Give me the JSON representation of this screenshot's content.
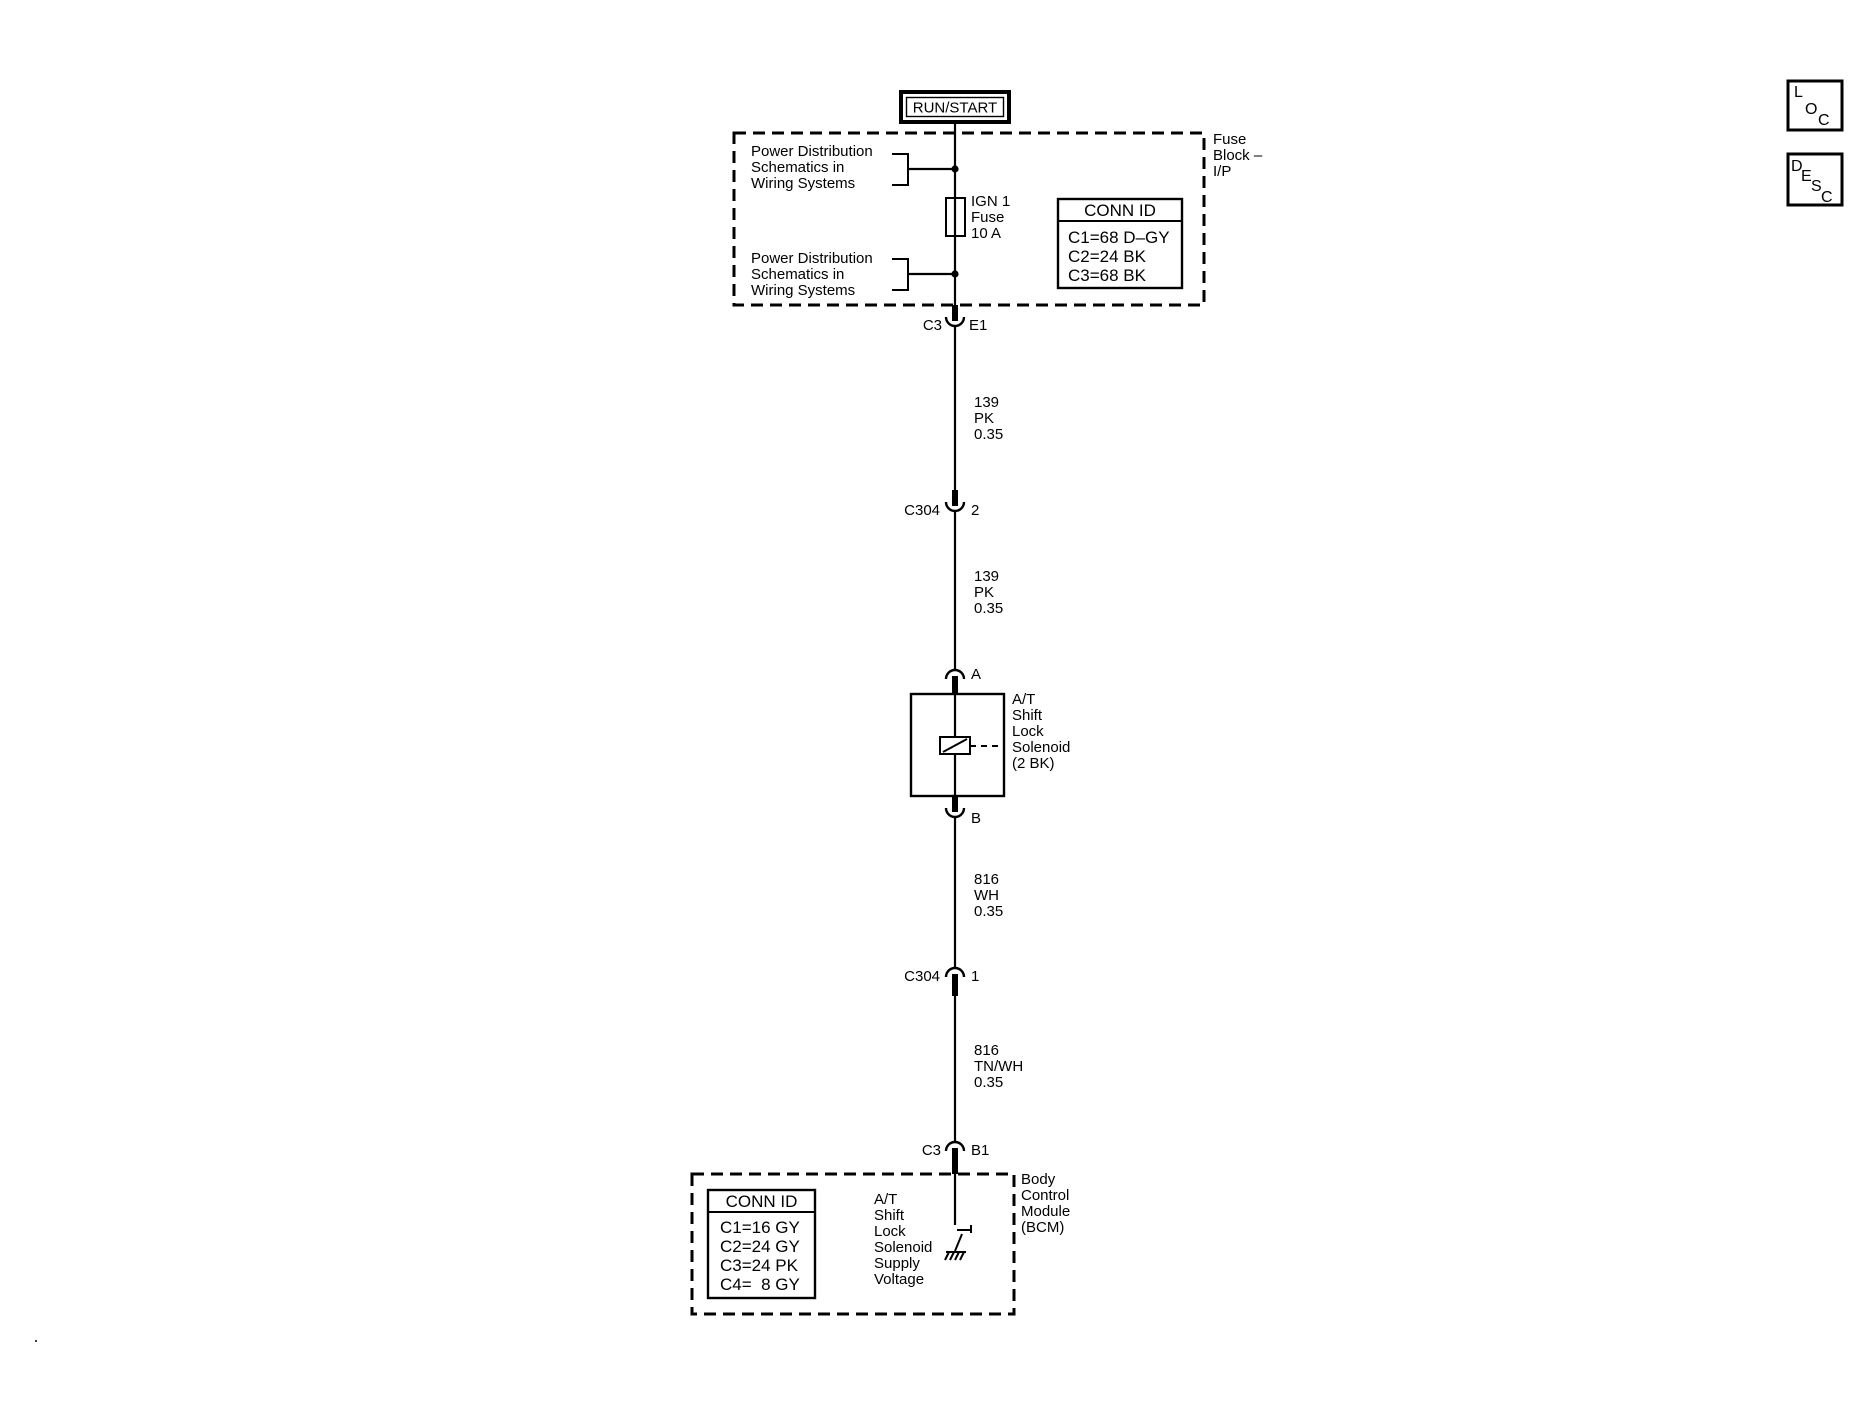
{
  "colors": {
    "ink": "#000000",
    "background": "#ffffff"
  },
  "power_source": {
    "label": "RUN/START"
  },
  "fuse_block": {
    "name_lines": [
      "Fuse",
      "Block –",
      "I/P"
    ],
    "reference_upper": [
      "Power Distribution",
      "Schematics in",
      "Wiring Systems"
    ],
    "reference_lower": [
      "Power Distribution",
      "Schematics in",
      "Wiring Systems"
    ],
    "fuse_lines": [
      "IGN 1",
      "Fuse",
      "10 A"
    ],
    "conn_id": {
      "title": "CONN ID",
      "rows": [
        "C1=68 D–GY",
        "C2=24 BK",
        "C3=68 BK"
      ]
    }
  },
  "connectors": {
    "fuse_block_out": {
      "connector": "C3",
      "terminal": "E1"
    },
    "c304_pin2": {
      "connector": "C304",
      "terminal": "2"
    },
    "solenoid_in": {
      "terminal": "A"
    },
    "solenoid_out": {
      "terminal": "B"
    },
    "c304_pin1": {
      "connector": "C304",
      "terminal": "1"
    },
    "bcm_in": {
      "connector": "C3",
      "terminal": "B1"
    }
  },
  "wires": [
    {
      "circuit": "139",
      "color": "PK",
      "size": "0.35"
    },
    {
      "circuit": "139",
      "color": "PK",
      "size": "0.35"
    },
    {
      "circuit": "816",
      "color": "WH",
      "size": "0.35"
    },
    {
      "circuit": "816",
      "color": "TN/WH",
      "size": "0.35"
    }
  ],
  "solenoid": {
    "name_lines": [
      "A/T",
      "Shift",
      "Lock",
      "Solenoid",
      "(2 BK)"
    ]
  },
  "bcm": {
    "name_lines": [
      "Body",
      "Control",
      "Module",
      "(BCM)"
    ],
    "circuit_lines": [
      "A/T",
      "Shift",
      "Lock",
      "Solenoid",
      "Supply",
      "Voltage"
    ],
    "conn_id": {
      "title": "CONN ID",
      "rows": [
        "C1=16 GY",
        "C2=24 GY",
        "C3=24 PK",
        "C4=  8 GY"
      ]
    }
  },
  "nav": {
    "loc_letters": [
      "L",
      "O",
      "C"
    ],
    "desc_letters": [
      "D",
      "E",
      "S",
      "C"
    ]
  }
}
